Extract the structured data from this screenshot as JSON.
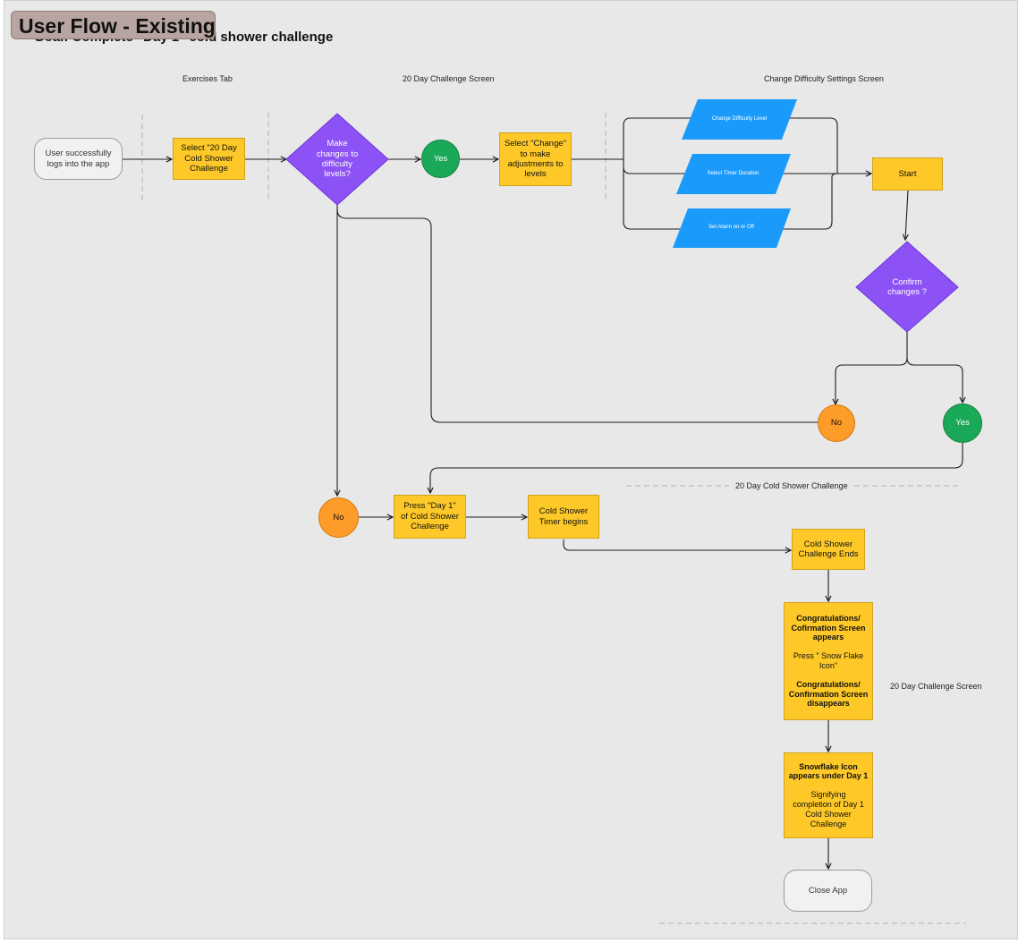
{
  "title": "User Flow - Existing",
  "subtitle": "Goal: Complete \"Day 1\" cold shower challenge",
  "lanes": {
    "exercises_tab": "Exercises Tab",
    "challenge_screen_top": "20 Day Challenge Screen",
    "difficulty_settings": "Change Difficulty Settings Screen",
    "cold_shower_challenge": "20 Day Cold Shower Challenge",
    "challenge_screen_bottom": "20 Day Challenge Screen"
  },
  "nodes": {
    "login": "User successfully\nlogs into the app",
    "select_challenge": "Select \"20 Day\nCold Shower\nChallenge",
    "decision_difficulty": "Make\nchanges to\ndifficulty\nlevels?",
    "yes_top": "Yes",
    "select_change": "Select \"Change\"\nto make\nadjustments to\nlevels",
    "change_difficulty_level": "Change Difficulty Level",
    "select_timer_duration": "Select Timer Duration",
    "set_alarm": "Set Alarm on or Off",
    "start": "Start",
    "confirm_changes": "Confirm\nchanges ?",
    "no_right": "No",
    "yes_right": "Yes",
    "no_left": "No",
    "press_day1": "Press \"Day 1\"\nof Cold Shower\nChallenge",
    "timer_begins": "Cold Shower\nTimer begins",
    "challenge_ends": "Cold Shower\nChallenge Ends",
    "congrats": {
      "line1": "Congratulations/\nCofirmation Screen\nappears",
      "line2": "Press \" Snow Flake\nIcon\"",
      "line3": "Congratulations/\nConfirmation Screen\ndisappears"
    },
    "snowflake": {
      "line1": "Snowflake Icon\nappears under Day 1",
      "line2": "Signifying\ncompletion of Day 1\nCold Shower\nChallenge"
    },
    "close_app": "Close App"
  },
  "colors": {
    "canvas": "#e8e8e8",
    "process": "#fec928",
    "decision": "#8c52f5",
    "parallelogram": "#1a9bfb",
    "yes": "#1aa859",
    "no": "#fd9c28",
    "terminal": "#f1f1f1",
    "connector": "#1c1c1c"
  }
}
